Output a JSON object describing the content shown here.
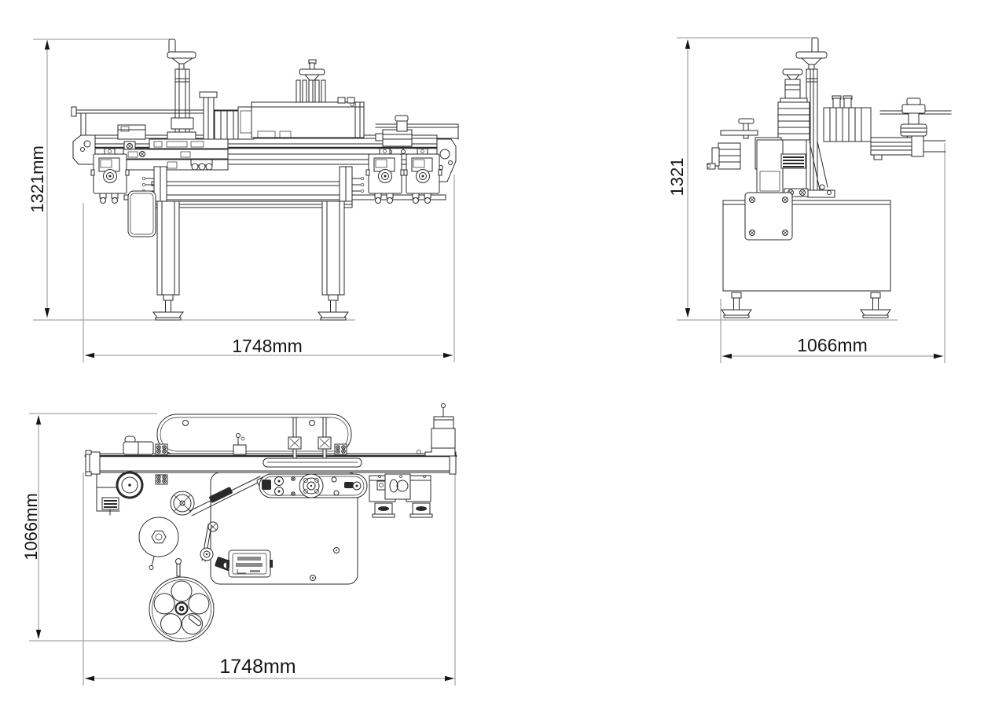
{
  "views": {
    "front": {
      "height_dim": "1321mm",
      "width_dim": "1748mm"
    },
    "side": {
      "height_dim": "1321",
      "width_dim": "1066mm"
    },
    "top": {
      "height_dim": "1066mm",
      "width_dim": "1748mm"
    }
  },
  "colors": {
    "bg": "#ffffff",
    "line": "#2a2a2a",
    "dim": "#8f8f8f",
    "ink": "#161616"
  }
}
